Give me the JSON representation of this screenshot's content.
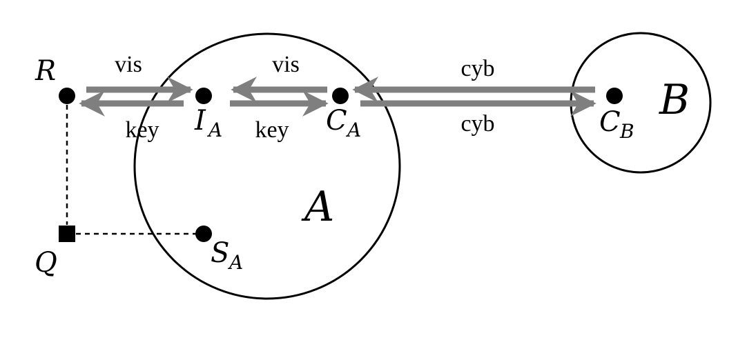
{
  "nodes": {
    "R": {
      "label": "R",
      "sub": ""
    },
    "Q": {
      "label": "Q",
      "sub": ""
    },
    "IA": {
      "label": "I",
      "sub": "A"
    },
    "CA": {
      "label": "C",
      "sub": "A"
    },
    "SA": {
      "label": "S",
      "sub": "A"
    },
    "CB": {
      "label": "C",
      "sub": "B"
    }
  },
  "regions": {
    "A": {
      "label": "A"
    },
    "B": {
      "label": "B"
    }
  },
  "edges": {
    "r_ia_top": {
      "label": "vis"
    },
    "r_ia_bottom": {
      "label": "key"
    },
    "ia_ca_top": {
      "label": "vis"
    },
    "ia_ca_bottom": {
      "label": "key"
    },
    "ca_cb_top": {
      "label": "cyb"
    },
    "ca_cb_bottom": {
      "label": "cyb"
    }
  },
  "colors": {
    "arrow": "#7f7f7f",
    "ink": "#000000"
  }
}
